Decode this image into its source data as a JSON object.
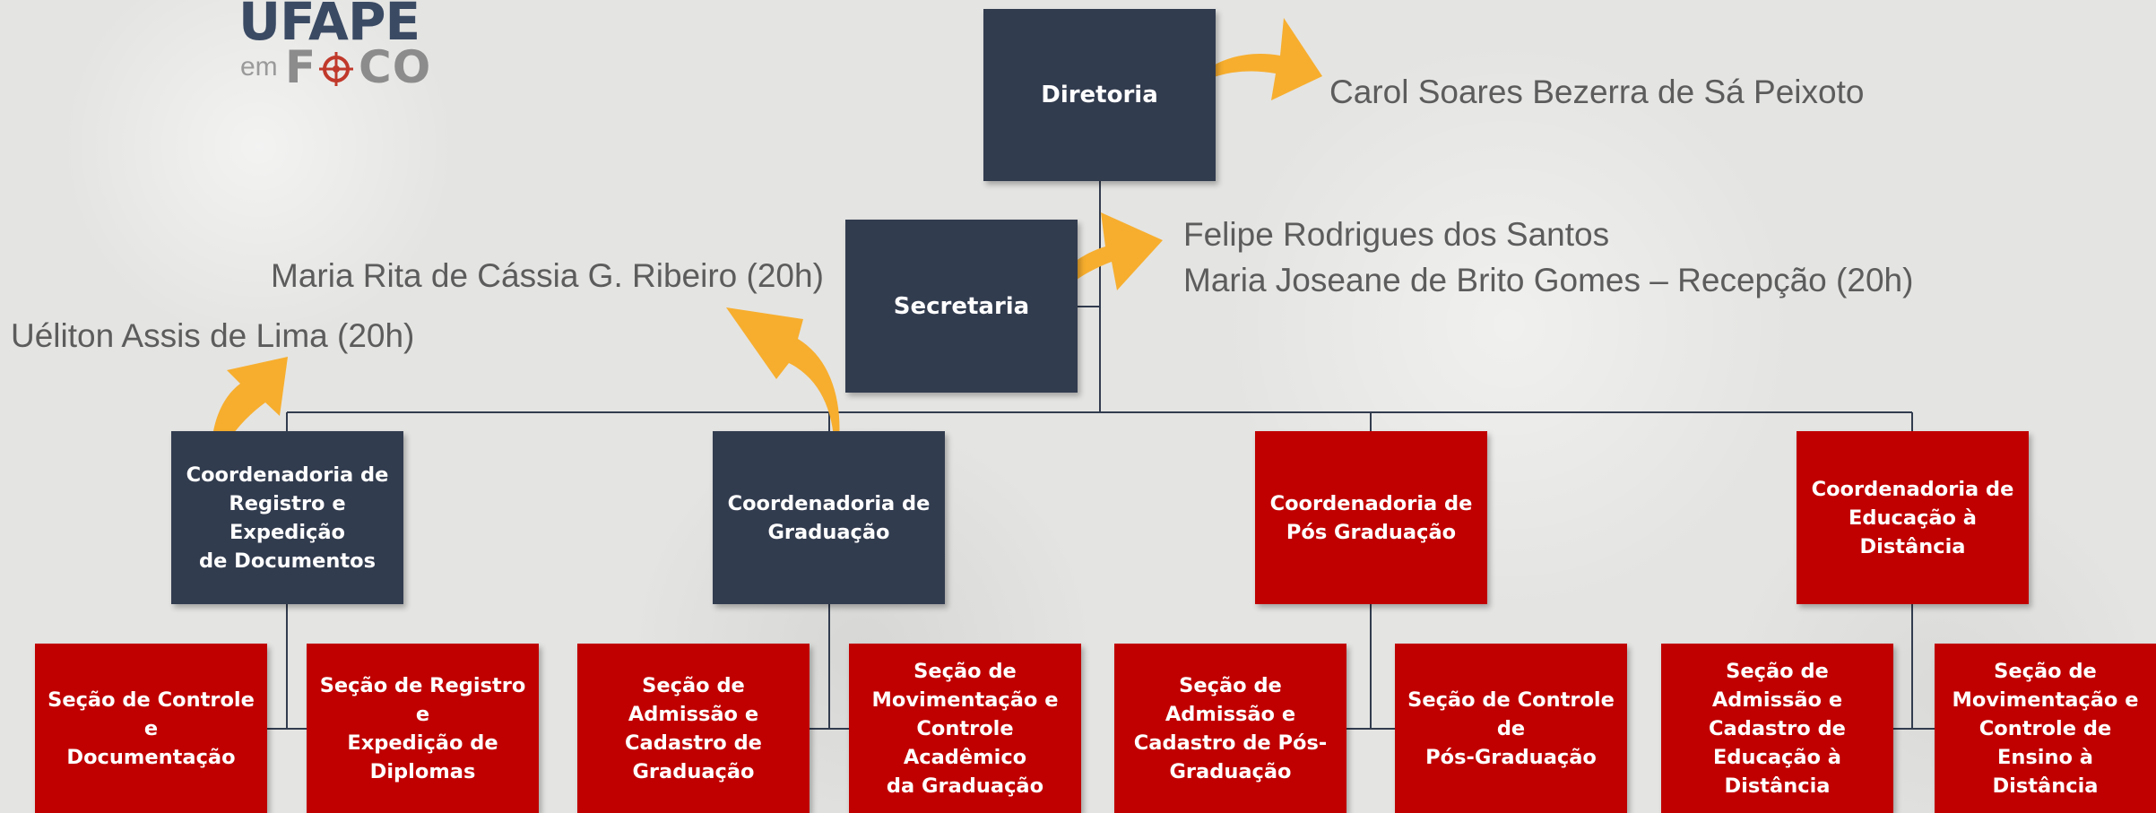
{
  "logo": {
    "top": "UFAPE",
    "em": "em",
    "foco_f": "F",
    "foco_co": "CO"
  },
  "nodes": {
    "diretoria": "Diretoria",
    "secretaria": "Secretaria",
    "coord_registro": "Coordenadoria de\nRegistro e Expedição\nde Documentos",
    "coord_graduacao": "Coordenadoria de\nGraduação",
    "coord_pos": "Coordenadoria de\nPós Graduação",
    "coord_ead": "Coordenadoria  de\nEducação à Distância",
    "secao_controle_doc": "Seção de Controle e\nDocumentação",
    "secao_registro_diplomas": "Seção de Registro e\nExpedição de\nDiplomas",
    "secao_admissao_grad": "Seção de Admissão e\nCadastro de\nGraduação",
    "secao_mov_grad": "Seção de\nMovimentação e\nControle  Acadêmico\nda Graduação",
    "secao_admissao_pos": "Seção de Admissão e\nCadastro de Pós-\nGraduação",
    "secao_controle_pos": "Seção de Controle de\nPós-Graduação",
    "secao_admissao_ead": "Seção de Admissão e\nCadastro de\nEducação à Distância",
    "secao_mov_ead": "Seção de\nMovimentação e\nControle de Ensino à\nDistância"
  },
  "people": {
    "diretoria": "Carol Soares Bezerra de Sá Peixoto",
    "secretaria_1": "Felipe Rodrigues dos Santos",
    "secretaria_2": "Maria Joseane de Brito Gomes – Recepção (20h)",
    "graduacao": "Maria Rita de Cássia G. Ribeiro  (20h)",
    "registro": "Uéliton Assis de Lima (20h)"
  },
  "colors": {
    "navy": "#323c4f",
    "red": "#c00000",
    "arrow": "#f7ae2e",
    "connector": "#323c4f"
  }
}
